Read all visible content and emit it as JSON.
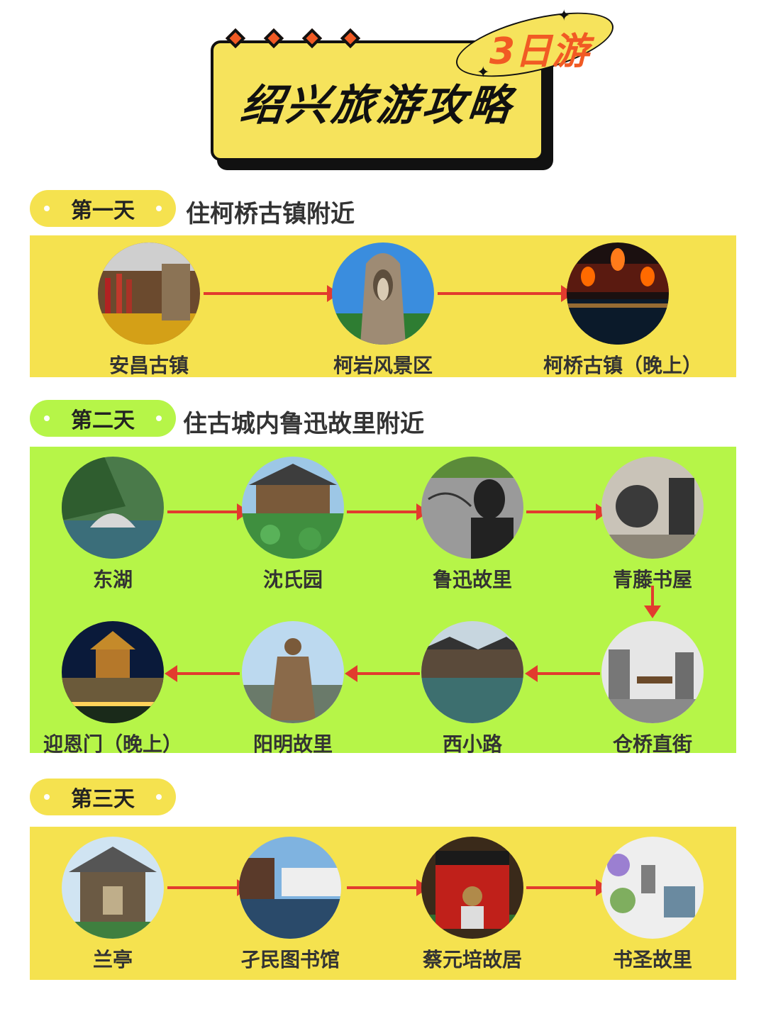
{
  "header": {
    "title": "绍兴旅游攻略",
    "subtitle": "3日游"
  },
  "colors": {
    "accent_orange": "#f15a24",
    "panel_yellow": "#f5e24f",
    "panel_green": "#b6f548",
    "arrow_red": "#e23b2e"
  },
  "days": [
    {
      "label": "第一天",
      "note": "住柯桥古镇附近",
      "stops": [
        "安昌古镇",
        "柯岩风景区",
        "柯桥古镇（晚上）"
      ]
    },
    {
      "label": "第二天",
      "note": "住古城内鲁迅故里附近",
      "stops": [
        "东湖",
        "沈氏园",
        "鲁迅故里",
        "青藤书屋",
        "仓桥直街",
        "西小路",
        "阳明故里",
        "迎恩门（晚上）"
      ]
    },
    {
      "label": "第三天",
      "note": "",
      "stops": [
        "兰亭",
        "孑民图书馆",
        "蔡元培故居",
        "书圣故里"
      ]
    }
  ]
}
